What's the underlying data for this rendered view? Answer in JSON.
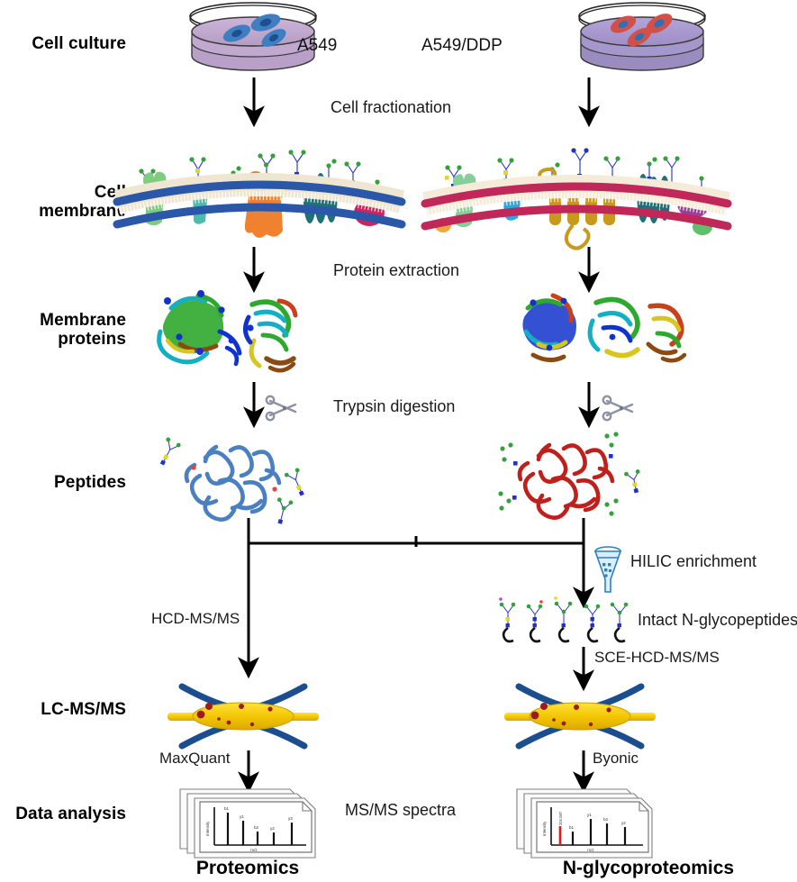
{
  "figure": {
    "type": "workflow-diagram",
    "title": "Membrane proteomics and N-glycoproteomics workflow",
    "background": "#ffffff"
  },
  "row_labels": [
    {
      "id": "cell-culture",
      "text": "Cell culture"
    },
    {
      "id": "cell-membrane",
      "line1": "Cell",
      "line2": "membrane"
    },
    {
      "id": "membrane-proteins",
      "line1": "Membrane",
      "line2": "proteins"
    },
    {
      "id": "peptides",
      "text": "Peptides"
    },
    {
      "id": "lc-ms-ms",
      "text": "LC-MS/MS"
    },
    {
      "id": "data-analysis",
      "text": "Data analysis"
    }
  ],
  "cultures": {
    "left": {
      "label": "A549",
      "medium_color": "#c3a8cf",
      "cell_body": "#2f6fb5",
      "cell_nucleus": "#17457e"
    },
    "right": {
      "label": "A549/DDP",
      "medium_color": "#a99bd0",
      "cell_body": "#cf4a44",
      "cell_nucleus": "#2f6fb5"
    }
  },
  "step_labels": {
    "fractionation": "Cell fractionation",
    "extraction": "Protein extraction",
    "digestion": "Trypsin digestion",
    "hilic": "HILIC enrichment",
    "intact": "Intact N-glycopeptides",
    "hcd": "HCD-MS/MS",
    "sce_hcd": "SCE-HCD-MS/MS",
    "maxquant": "MaxQuant",
    "byonic": "Byonic",
    "spectra": "MS/MS spectra"
  },
  "membranes": {
    "left": {
      "lipid_head_color": "#2a57a8",
      "tail_color": "#efe6d2",
      "proteins": [
        "#7ec87e",
        "#49b3a8",
        "#f07a30",
        "#1f6f73",
        "#cf2360"
      ]
    },
    "right": {
      "lipid_head_color": "#c0285a",
      "tail_color": "#f4ecd9",
      "proteins": [
        "#7ec87e",
        "#2aa9df",
        "#c79a1e",
        "#1f6f73",
        "#9b3f9b"
      ]
    }
  },
  "peptide_tangles": {
    "left_color": "#4a7fc1",
    "right_color": "#c0201c"
  },
  "glycan_palette": {
    "green_mannose": "#34a13a",
    "blue_glcnac": "#2233c0",
    "yellow_galnac": "#e8d424",
    "red_fucose": "#e5443b",
    "purple_neuac": "#b14bd0"
  },
  "instrument": {
    "beam_color": "#f5cf07",
    "arc_color": "#1c4e8f"
  },
  "outputs": {
    "left": {
      "name": "Proteomics",
      "axis_y": "Intensity",
      "axis_x": "m/z",
      "peaks": [
        {
          "label": "b1",
          "x": 14,
          "h": 72
        },
        {
          "label": "y1",
          "x": 30,
          "h": 54
        },
        {
          "label": "b2",
          "x": 45,
          "h": 30
        },
        {
          "label": "y2",
          "x": 62,
          "h": 28
        },
        {
          "label": "y3",
          "x": 80,
          "h": 50
        }
      ],
      "highlight_peak": null
    },
    "right": {
      "name": "N-glycoproteomics",
      "axis_y": "Intensity",
      "axis_x": "m/z",
      "peaks": [
        {
          "label": "204.087",
          "x": 12,
          "h": 40
        },
        {
          "label": "b1",
          "x": 26,
          "h": 30
        },
        {
          "label": "y1",
          "x": 44,
          "h": 58
        },
        {
          "label": "b2",
          "x": 60,
          "h": 50
        },
        {
          "label": "y2",
          "x": 78,
          "h": 42
        }
      ],
      "highlight_peak": {
        "label": "204.087",
        "color": "#e01b1b"
      }
    }
  },
  "arrows": {
    "color": "#000000"
  }
}
